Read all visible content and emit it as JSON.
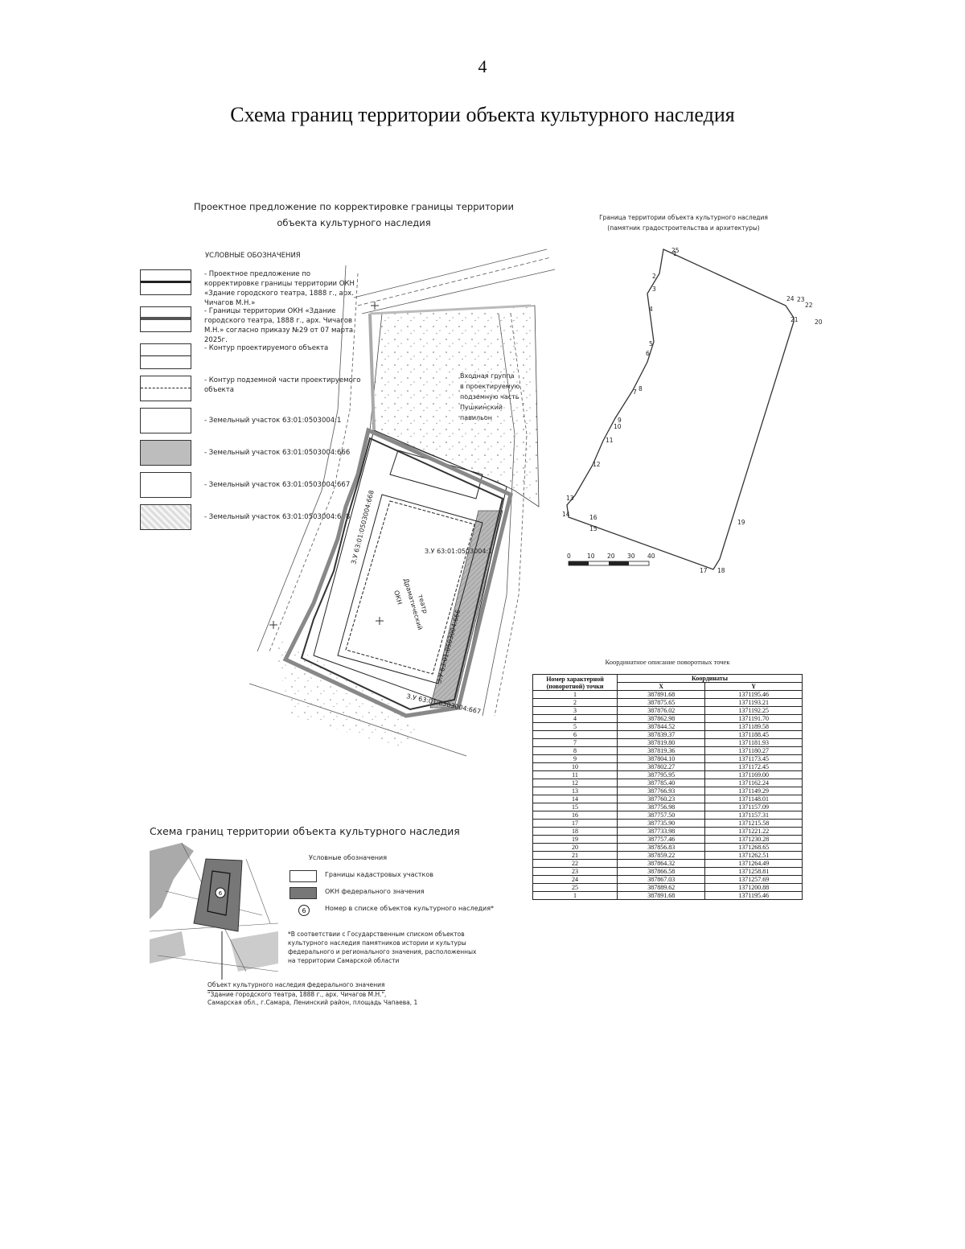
{
  "page_number": "4",
  "title": "Схема границ территории объекта культурного наследия",
  "plan": {
    "title_line1": "Проектное предложение по корректировке границы территории",
    "title_line2": "объекта культурного наследия",
    "legend_heading": "УСЛОВНЫЕ ОБОЗНАЧЕНИЯ",
    "legend_items": [
      {
        "text": "- Проектное предложение по корректировке границы территории ОКН «Здание городского театра, 1888 г., арх. Чичагов М.Н.»"
      },
      {
        "text": "- Границы территории ОКН «Здание городского театра, 1888 г., арх. Чичагов М.Н.» согласно приказу №29 от 07 марта 2025г."
      },
      {
        "text": "- Контур проектируемого объекта"
      },
      {
        "text": "- Контур подземной части проектируемого объекта"
      },
      {
        "text": "- Земельный участок 63:01:0503004:1"
      },
      {
        "text": "- Земельный участок 63:01:0503004:666"
      },
      {
        "text": "- Земельный участок 63:01:0503004:667"
      },
      {
        "text": "- Земельный участок 63:01:0503004:668"
      }
    ],
    "labels": {
      "parcel_1": "З.У 63:01:0503004:1",
      "okn_line1": "ОКН",
      "okn_line2": "Драматический",
      "okn_line3": "театр",
      "entrance_line1": "Входная группа",
      "entrance_line2": "в проектируемую",
      "entrance_line3": "подземную часть",
      "entrance_line4": "Пушкинский",
      "entrance_line5": "павильон",
      "parcel_667": "З.У 63:01:0503004:667",
      "parcel_side": "З.У 63:01:0503004:666",
      "parcel_left": "З.У 63:01:0503004:668"
    }
  },
  "boundary_map": {
    "title_line1": "Граница территории объекта культурного наследия",
    "title_line2": "(памятник градостроительства и архитектуры)",
    "scale_labels": [
      "0",
      "10",
      "20",
      "30",
      "40"
    ],
    "point_labels": [
      "1",
      "2",
      "3",
      "4",
      "5",
      "6",
      "7",
      "8",
      "9",
      "10",
      "11",
      "12",
      "13",
      "14",
      "15",
      "16",
      "17",
      "18",
      "19",
      "20",
      "21",
      "22",
      "23",
      "24",
      "25"
    ]
  },
  "coord_table": {
    "caption": "Координатное описание поворотных точек",
    "header_point": "Номер характерной (поворотной) точки",
    "header_coords": "Координаты",
    "header_x": "X",
    "header_y": "Y",
    "rows": [
      [
        "1",
        "387891.68",
        "1371195.46"
      ],
      [
        "2",
        "387875.65",
        "1371193.21"
      ],
      [
        "3",
        "387876.02",
        "1371192.25"
      ],
      [
        "4",
        "387862.98",
        "1371191.70"
      ],
      [
        "5",
        "387844.52",
        "1371189.58"
      ],
      [
        "6",
        "387839.37",
        "1371188.45"
      ],
      [
        "7",
        "387819.80",
        "1371181.93"
      ],
      [
        "8",
        "387819.36",
        "1371180.27"
      ],
      [
        "9",
        "387804.10",
        "1371173.45"
      ],
      [
        "10",
        "387802.27",
        "1371172.45"
      ],
      [
        "11",
        "387795.95",
        "1371169.00"
      ],
      [
        "12",
        "387785.40",
        "1371162.24"
      ],
      [
        "13",
        "387766.93",
        "1371149.29"
      ],
      [
        "14",
        "387760.23",
        "1371148.01"
      ],
      [
        "15",
        "387756.98",
        "1371157.09"
      ],
      [
        "16",
        "387757.50",
        "1371157.31"
      ],
      [
        "17",
        "387735.90",
        "1371215.58"
      ],
      [
        "18",
        "387733.98",
        "1371221.22"
      ],
      [
        "19",
        "387757.46",
        "1371230.28"
      ],
      [
        "20",
        "387856.83",
        "1371268.65"
      ],
      [
        "21",
        "387859.22",
        "1371262.51"
      ],
      [
        "22",
        "387864.32",
        "1371264.49"
      ],
      [
        "23",
        "387866.58",
        "1371258.81"
      ],
      [
        "24",
        "387867.03",
        "1371257.69"
      ],
      [
        "25",
        "387889.62",
        "1371200.88"
      ],
      [
        "1",
        "387891.68",
        "1371195.46"
      ]
    ]
  },
  "scheme": {
    "title": "Схема границ территории объекта культурного наследия",
    "legend_heading": "Условные обозначения",
    "items": [
      {
        "text": "Границы кадастровых участков"
      },
      {
        "text": "ОКН федерального значения"
      },
      {
        "text": "Номер в списке объектов культурного наследия*"
      }
    ],
    "badge": "6",
    "footnote": "*В соответствии с Государственным списком объектов культурного наследия памятников истории и культуры федерального и регионального значения, расположенных на территории Самарской области",
    "object_title": "Объект культурного наследия  федерального значения",
    "object_line2": "\"Здание городского театра, 1888 г., арх. Чичагов М.Н.\",",
    "object_line3": "Самарская обл., г.Самара, Ленинский район, площадь Чапаева, 1"
  }
}
